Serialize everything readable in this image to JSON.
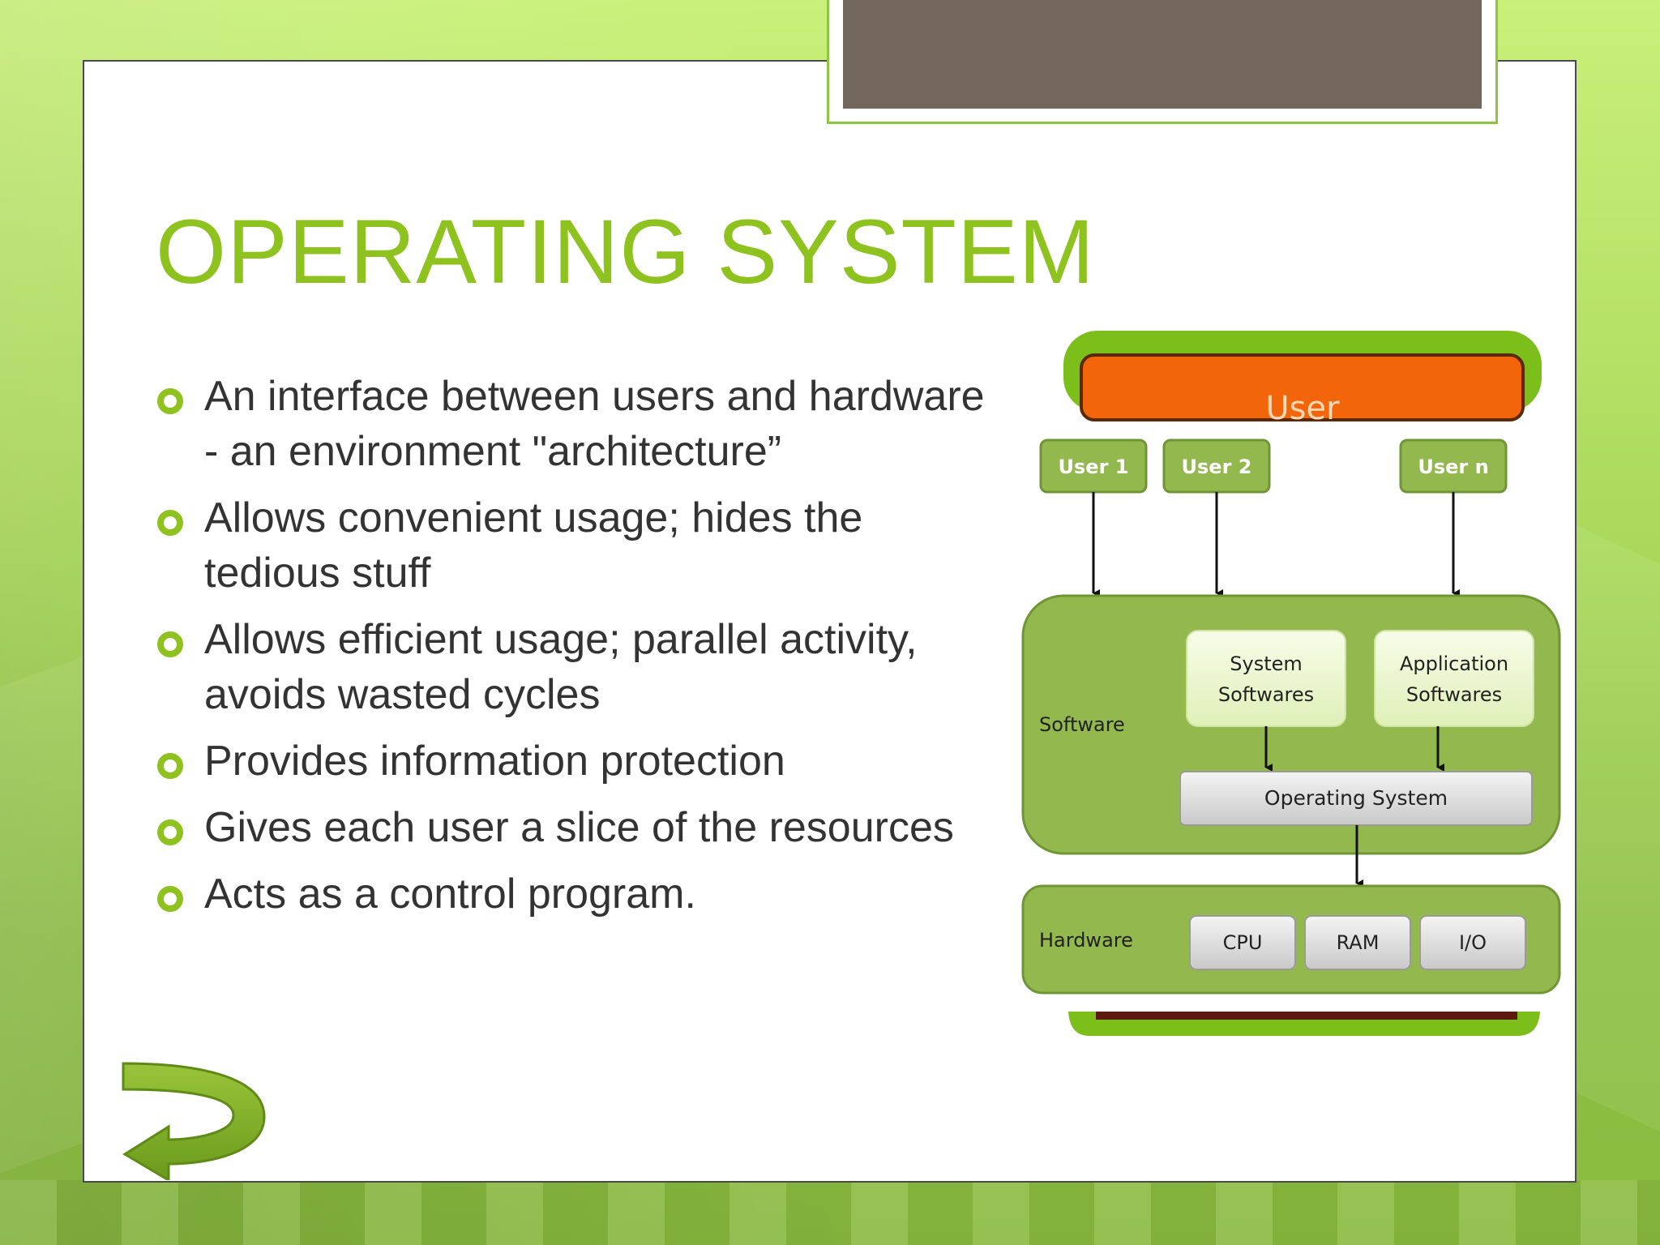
{
  "slide": {
    "title": "OPERATING SYSTEM",
    "bullets": [
      "An interface between users and hardware - an environment \"architecture”",
      "Allows convenient usage; hides the tedious stuff",
      "Allows efficient usage; parallel activity, avoids wasted cycles",
      "Provides information protection",
      "Gives each user a slice of the resources",
      "Acts as a control program."
    ]
  },
  "diagram": {
    "header_label": "User",
    "users": [
      "User 1",
      "User 2",
      "User n"
    ],
    "software_label": "Software",
    "system_softwares": [
      "System",
      "Softwares"
    ],
    "application_softwares": [
      "Application",
      "Softwares"
    ],
    "operating_system": "Operating System",
    "hardware_label": "Hardware",
    "hardware_components": [
      "CPU",
      "RAM",
      "I/O"
    ]
  },
  "colors": {
    "accent_green": "#8dc21f",
    "diagram_green": "#93b84e",
    "user_bar_orange": "#f2650a",
    "tab_brown": "#73665b",
    "body_text": "#333333"
  },
  "icons": {
    "bullet": "ring-bullet-icon",
    "back_navigation": "curved-return-arrow-icon"
  }
}
